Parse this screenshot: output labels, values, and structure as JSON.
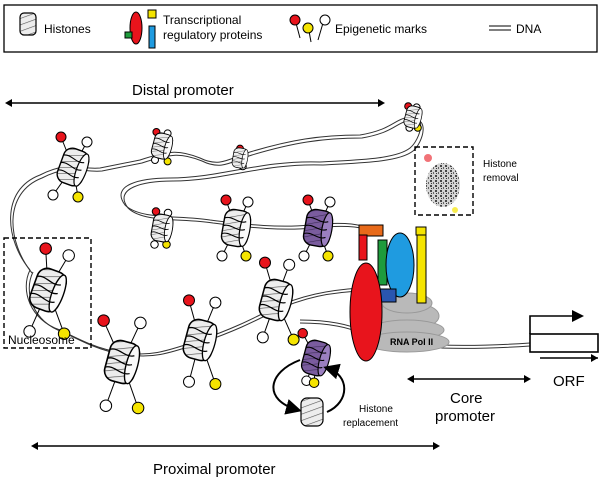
{
  "legend": {
    "histones": "Histones",
    "tf_line1": "Transcriptional",
    "tf_line2": "regulatory proteins",
    "epigenetic": "Epigenetic marks",
    "dna": "DNA"
  },
  "labels": {
    "distal_promoter": "Distal promoter",
    "proximal_promoter": "Proximal promoter",
    "core_line1": "Core",
    "core_line2": "promoter",
    "orf": "ORF",
    "nucleosome": "Nucleosome",
    "histone_removal_line1": "Histone",
    "histone_removal_line2": "removal",
    "histone_replacement_line1": "Histone",
    "histone_replacement_line2": "replacement",
    "rna_pol": "RNA Pol II"
  },
  "colors": {
    "mark_red": "#e8141c",
    "mark_yellow": "#f5e400",
    "mark_white": "#ffffff",
    "tf_red": "#e8141c",
    "tf_green": "#1e9b3c",
    "tf_blue": "#1f9be0",
    "tf_yellow": "#f5e400",
    "tf_orange": "#e86a1a",
    "tf_darkblue": "#2a56b0",
    "variant_histone": "#7a5c9e",
    "pol_gray": "#b9b9b9"
  }
}
